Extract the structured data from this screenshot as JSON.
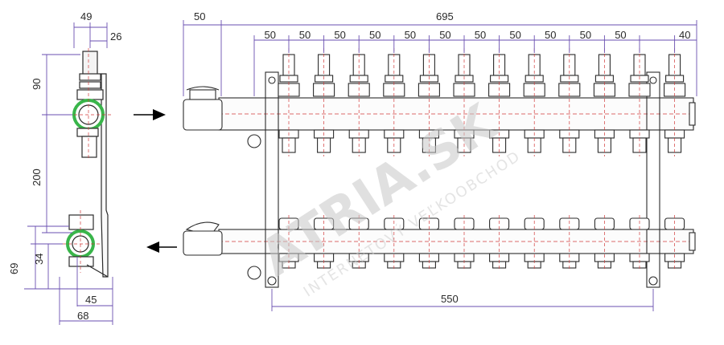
{
  "drawing": {
    "side_view": {
      "top_width": "49",
      "top_offset": "26",
      "supply_height": "90",
      "spacing": "200",
      "return_height": "34",
      "bottom_height": "69",
      "bottom_width_inner": "45",
      "bottom_width_outer": "68"
    },
    "front_view": {
      "left_offset": "50",
      "overall_length": "695",
      "outlet_pitch": [
        "50",
        "50",
        "50",
        "50",
        "50",
        "50",
        "50",
        "50",
        "50",
        "50",
        "50"
      ],
      "end_length": "40",
      "bracket_spacing": "550",
      "outlet_count": 12
    },
    "watermark": {
      "brand": "ATRIA.SK",
      "tagline": "INTERNETOVÝ VEĽKOOBCHOD"
    },
    "colors": {
      "line": "#2b2b2b",
      "dimension": "#6a4fb0",
      "centerline": "#d23a3a",
      "highlight": "#39b54a",
      "watermark": "#c8c8c8"
    },
    "flow": {
      "supply_arrow": "arrow-right-icon",
      "return_arrow": "arrow-left-icon"
    }
  }
}
